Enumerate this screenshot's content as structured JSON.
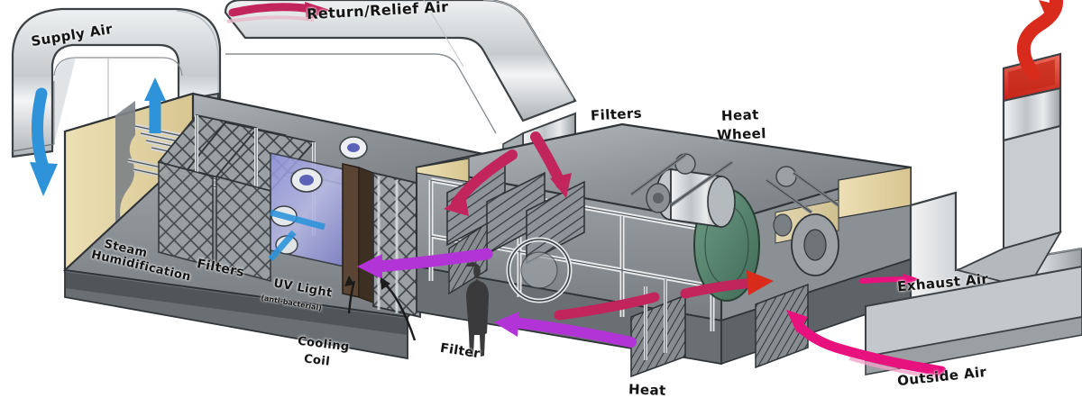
{
  "diagram": {
    "title": "Air Handling Unit Cutaway",
    "style": "hand-drawn isometric technical illustration",
    "background_color": "#ffffff"
  },
  "labels": {
    "supply_air": "Supply Air",
    "return_relief_air": "Return/Relief Air",
    "steam_humidification_l1": "Steam",
    "steam_humidification_l2": "Humidification",
    "filters_left": "Filters",
    "uv_light": "UV Light",
    "uv_light_sub": "(anti-bacterial)",
    "cooling_coil_l1": "Cooling",
    "cooling_coil_l2": "Coil",
    "filter_center": "Filter",
    "filters_right": "Filters",
    "heat_wheel_l1": "Heat",
    "heat_wheel_l2": "Wheel",
    "exhaust_air": "Exhaust Air",
    "outside_air": "Outside Air",
    "heating_coil_clipped": "Heat"
  },
  "colors": {
    "supply_arrow": "#2e93d9",
    "return_arrow": "#c2255c",
    "mid_arrow": "#b234d6",
    "exhaust_arrow": "#d92b1c",
    "outside_arrow": "#e8127e",
    "casing_light": "#d9dde0",
    "casing_mid": "#a9aeb2",
    "casing_dark": "#6e7376",
    "insulation": "#e8d9a8",
    "heat_wheel": "#5f8c76",
    "uv_glow": "#6a6ed0",
    "ink": "#1b1b1b",
    "person": "#3a3a3c"
  },
  "components": [
    {
      "name": "supply-air-duct",
      "type": "curved duct",
      "position": "top-left"
    },
    {
      "name": "return-relief-duct",
      "type": "curved duct",
      "position": "top-center"
    },
    {
      "name": "steam-humidification-section",
      "type": "section"
    },
    {
      "name": "filter-bank-left",
      "type": "diamond mesh filters"
    },
    {
      "name": "uv-light-section",
      "type": "anti-bacterial UV lamps"
    },
    {
      "name": "cooling-coil",
      "type": "coil"
    },
    {
      "name": "supply-fan",
      "type": "centrifugal fan"
    },
    {
      "name": "filter-center",
      "type": "filter panel"
    },
    {
      "name": "filter-bank-right",
      "type": "angled filters"
    },
    {
      "name": "heat-wheel",
      "type": "rotary energy recovery wheel"
    },
    {
      "name": "return-fan",
      "type": "centrifugal fan"
    },
    {
      "name": "exhaust-stack",
      "type": "L-shaped duct"
    },
    {
      "name": "outside-air-intake",
      "type": "intake duct"
    },
    {
      "name": "heating-coil",
      "type": "coil"
    },
    {
      "name": "scale-figure",
      "type": "human silhouette"
    }
  ],
  "airflows": [
    {
      "name": "supply-air-down",
      "color": "#2e93d9",
      "direction": "down-out"
    },
    {
      "name": "supply-air-up",
      "color": "#2e93d9",
      "direction": "up-into-duct"
    },
    {
      "name": "uv-section-flow",
      "color": "#2e93d9",
      "direction": "diagonal"
    },
    {
      "name": "return-air-in",
      "color": "#c2255c",
      "direction": "down-left"
    },
    {
      "name": "mid-body-flow",
      "color": "#b234d6",
      "direction": "left"
    },
    {
      "name": "heat-wheel-transfer",
      "color": "#d92b1c",
      "direction": "right"
    },
    {
      "name": "exhaust-air-out",
      "color": "#d92b1c",
      "direction": "up-out"
    },
    {
      "name": "outside-air-in",
      "color": "#e8127e",
      "direction": "left-in"
    }
  ]
}
